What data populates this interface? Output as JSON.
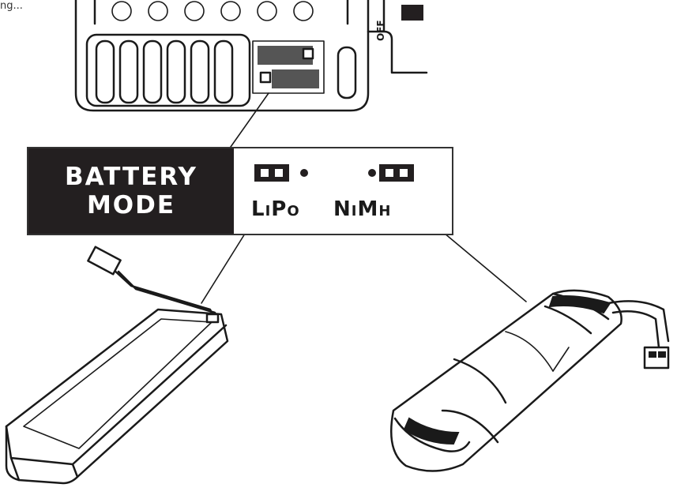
{
  "header_fragment": "ng...",
  "switch": {
    "off_label": "OFF"
  },
  "label": {
    "mode_line1": "BATTERY",
    "mode_line2": "MODE",
    "lipo": "LiPo",
    "nimh": "NiMh"
  },
  "colors": {
    "ink": "#231f20",
    "panel_text": "#ffffff",
    "background": "#ffffff"
  }
}
